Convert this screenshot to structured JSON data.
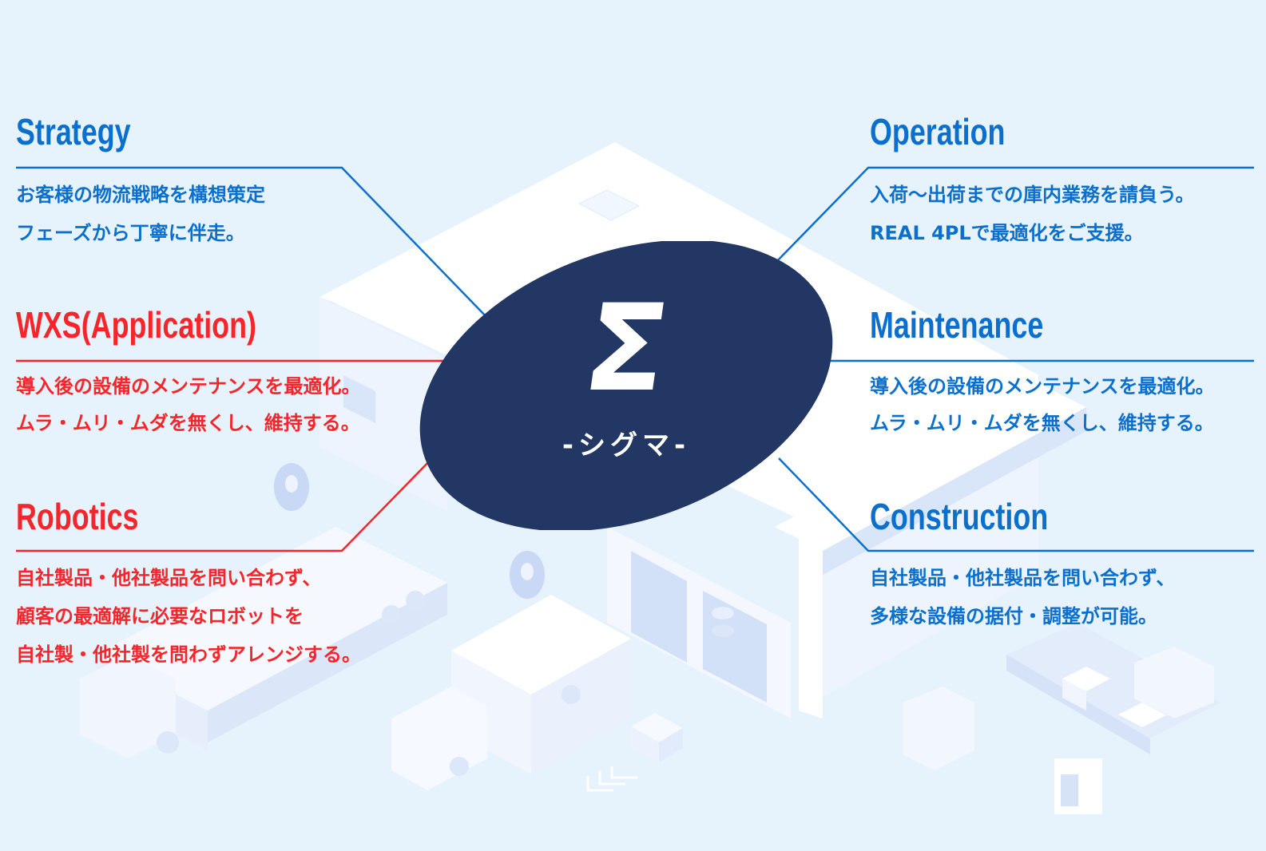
{
  "colors": {
    "background": "#e6f3fd",
    "blue_accent": "#0b6fce",
    "red_accent": "#f4262b",
    "badge_navy": "#223764",
    "badge_text": "#ffffff"
  },
  "center_badge": {
    "symbol": "Σ",
    "label": "-シグマ-"
  },
  "sections": {
    "strategy": {
      "title": "Strategy",
      "color": "blue",
      "lines": [
        "お客様の物流戦略を構想策定",
        "フェーズから丁寧に伴走。"
      ]
    },
    "wxs": {
      "title": "WXS(Application)",
      "color": "red",
      "lines": [
        "導入後の設備のメンテナンスを最適化。",
        "ムラ・ムリ・ムダを無くし、維持する。"
      ]
    },
    "robotics": {
      "title": "Robotics",
      "color": "red",
      "lines": [
        "自社製品・他社製品を問い合わず、",
        "顧客の最適解に必要なロボットを",
        "自社製・他社製を問わずアレンジする。"
      ]
    },
    "operation": {
      "title": "Operation",
      "color": "blue",
      "lines": [
        "入荷～出荷までの庫内業務を請負う。",
        "REAL 4PLで最適化をご支援。"
      ]
    },
    "maintenance": {
      "title": "Maintenance",
      "color": "blue",
      "lines": [
        "導入後の設備のメンテナンスを最適化。",
        "ムラ・ムリ・ムダを無くし、維持する。"
      ]
    },
    "construction": {
      "title": "Construction",
      "color": "blue",
      "lines": [
        "自社製品・他社製品を問い合わず、",
        "多様な設備の据付・調整が可能。"
      ]
    }
  },
  "scroll_hint": {
    "icon": "scroll-down-chevrons-icon"
  }
}
